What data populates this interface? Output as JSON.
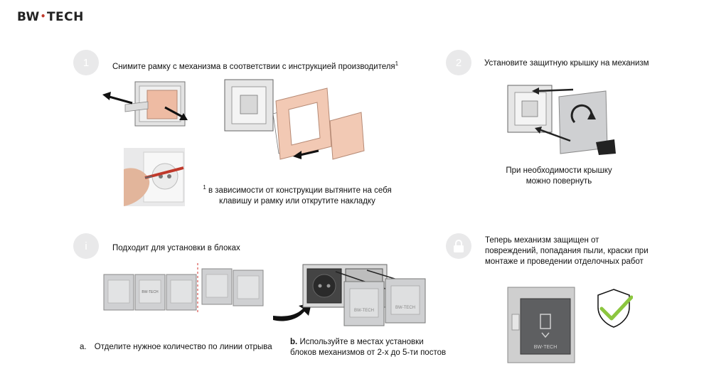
{
  "brand": {
    "name_left": "BW",
    "name_right": "TECH",
    "dot": "•",
    "watermark": "BW-TECH"
  },
  "step1": {
    "number": "1",
    "title": "Снимите рамку с механизма в соответствии с инструкцией производителя",
    "footnote_mark": "1",
    "footnote_line1": "в зависимости от конструкции вытяните на себя",
    "footnote_line2": "клавишу и рамку или открутите накладку"
  },
  "step2": {
    "number": "2",
    "title": "Установите защитную крышку на механизм",
    "note_line1": "При необходимости крышку",
    "note_line2": "можно повернуть"
  },
  "info": {
    "symbol": "i",
    "title": "Подходит для установки в блоках",
    "a_marker": "a.",
    "a_text": "Отделите нужное количество по линии отрыва",
    "b_marker": "b.",
    "b_text_line1": "Используйте в местах установки",
    "b_text_line2": "блоков механизмов от 2-х до 5-ти постов"
  },
  "final": {
    "icon": "lock-icon",
    "line1": "Теперь механизм защищен от",
    "line2": "повреждений, попадания пыли, краски при",
    "line3": "монтаже и проведении отделочных работ"
  },
  "colors": {
    "badge": "#e9e9ea",
    "frame_peach": "#f2c9b4",
    "cover_gray": "#cfd0d2",
    "check_green": "#8cc63f",
    "tear_line": "#d9534f"
  }
}
